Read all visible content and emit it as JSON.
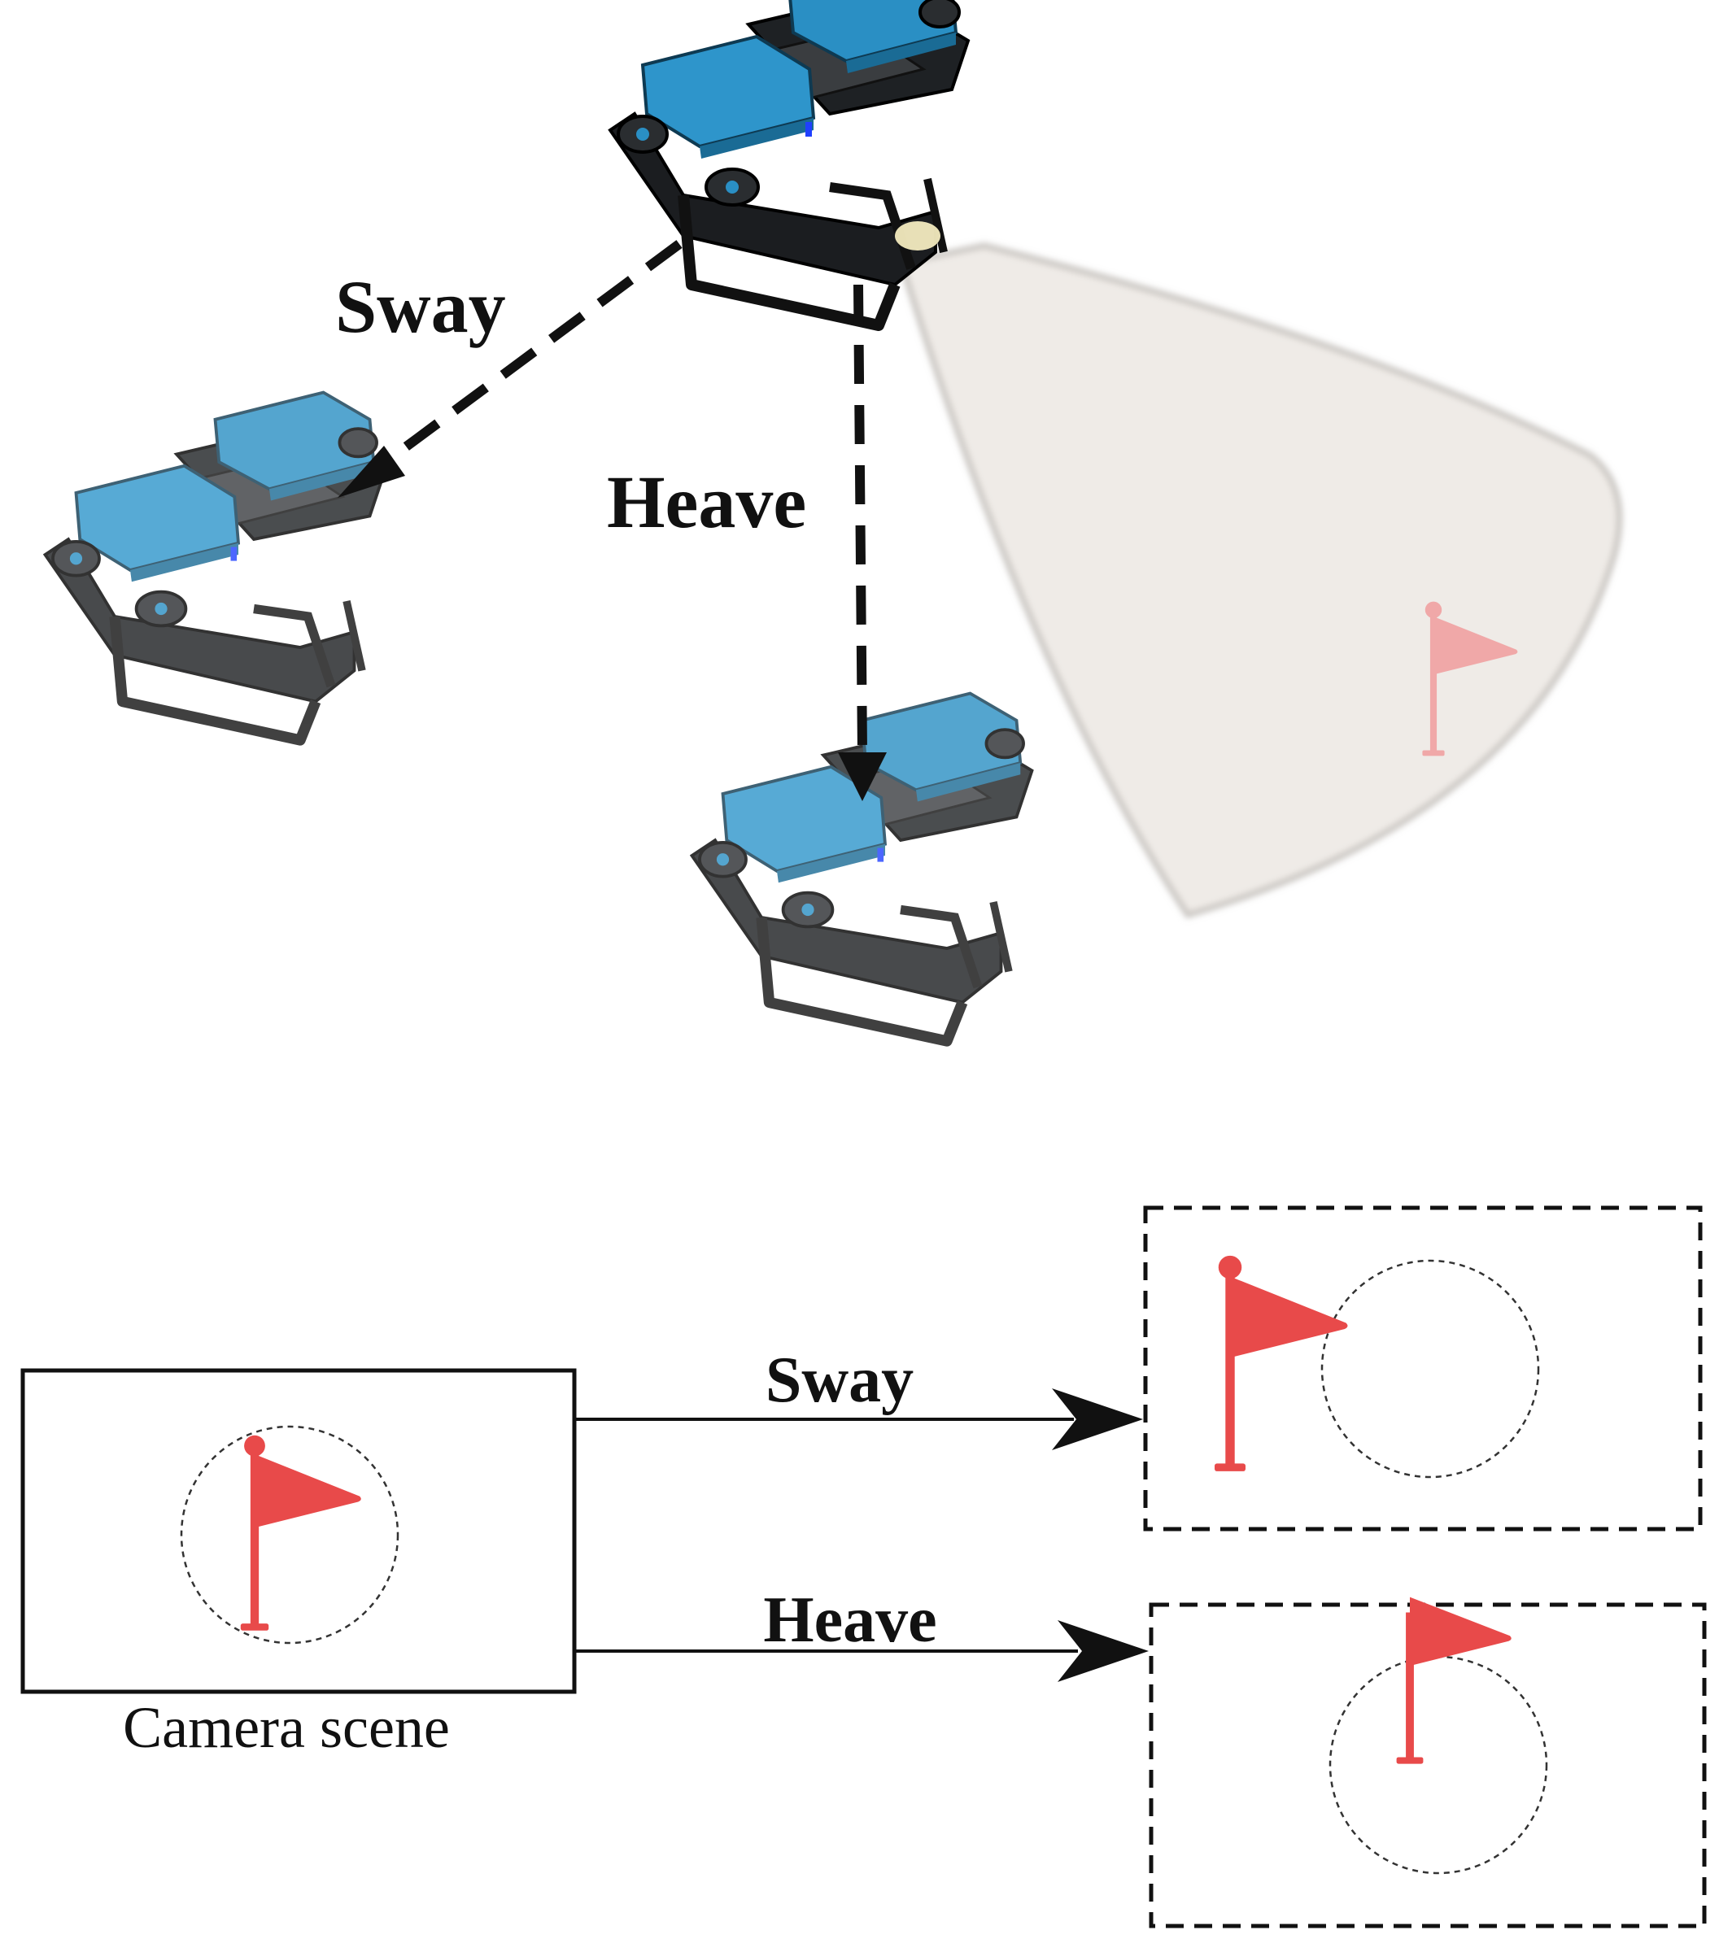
{
  "labels": {
    "top_sway": "Sway",
    "top_heave": "Heave",
    "bottom_sway": "Sway",
    "bottom_heave": "Heave",
    "camera_scene": "Camera scene"
  },
  "colors": {
    "flag": "#e84a4a",
    "flag_faded": "#f0a8a8",
    "cone": "#efebe7",
    "rov_body": "#1c1f22",
    "rov_hull": "#2a8fc4",
    "arrow": "#111111"
  },
  "icons": [
    "rov-vehicle-icon",
    "flag-icon",
    "camera-view-cone"
  ]
}
